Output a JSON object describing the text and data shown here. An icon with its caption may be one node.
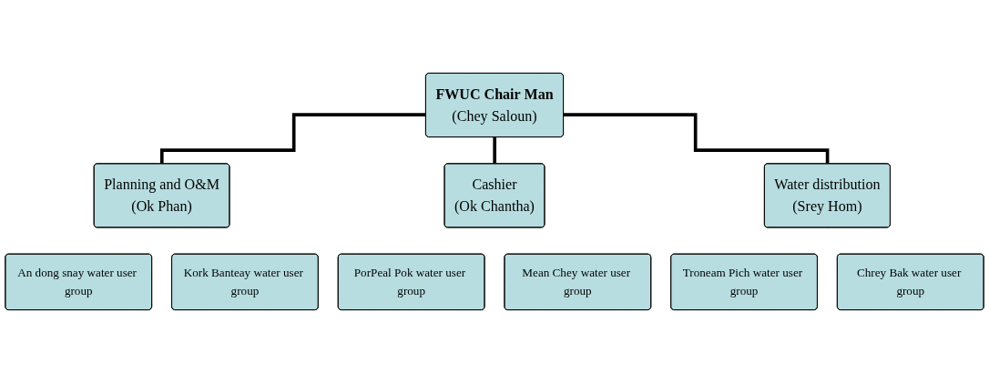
{
  "diagram": {
    "nodes": [
      {
        "text": [
          "FWUC Chair Man",
          "(Chey Saloun)"
        ]
      },
      {
        "text": [
          "Planning and O&M",
          "(Ok Phan)"
        ]
      },
      {
        "text": [
          "Cashier",
          "(Ok Chantha)"
        ]
      },
      {
        "text": [
          "Water distribution",
          "(Srey Hom)"
        ]
      },
      {
        "text": [
          "An dong snay water user group"
        ]
      },
      {
        "text": [
          "Kork Banteay water user group"
        ]
      },
      {
        "text": [
          "PorPeal Pok water user group"
        ]
      },
      {
        "text": [
          "Mean Chey water user group"
        ]
      },
      {
        "text": [
          "Troneam Pich water user group"
        ]
      },
      {
        "text": [
          "Chrey Bak water user group"
        ]
      }
    ],
    "edges": [
      {
        "from": 0,
        "to": 1,
        "arrow": "none"
      },
      {
        "from": 0,
        "to": 2,
        "arrow": "none"
      },
      {
        "from": 0,
        "to": 3,
        "arrow": "none"
      }
    ]
  }
}
